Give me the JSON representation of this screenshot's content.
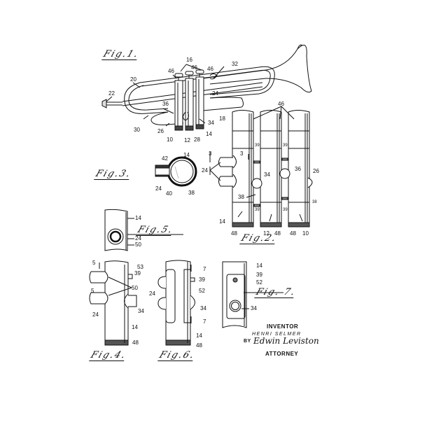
{
  "figures": {
    "fig1": "Fig.1.",
    "fig2": "Fig.2.",
    "fig3": "Fig.3.",
    "fig4": "Fig.4.",
    "fig5": "Fig.5.",
    "fig6": "Fig.6.",
    "fig7": "Fig. 7."
  },
  "fig1_labels": {
    "l16": "16",
    "l46a": "46",
    "l46b": "46",
    "l46c": "46",
    "l32": "32",
    "l20": "20",
    "l22": "22",
    "l24": "24",
    "l36": "36",
    "l18": "18",
    "l34": "34",
    "l30": "30",
    "l26": "26",
    "l10": "10",
    "l12": "12",
    "l28": "28",
    "l14": "14"
  },
  "fig2_labels": {
    "l46": "46",
    "l3a": "3",
    "l3b": "3",
    "l39a": "39",
    "l39b": "39",
    "l39c": "39",
    "l39d": "39",
    "l24": "24",
    "l34": "34",
    "l36": "36",
    "l26": "26",
    "l38a": "38",
    "l38b": "38",
    "l14": "14",
    "l48a": "48",
    "l12": "12",
    "l48b": "48",
    "l48c": "48",
    "l10": "10"
  },
  "fig3_labels": {
    "l42": "42",
    "l14": "14",
    "l24": "24",
    "l40": "40",
    "l38": "38"
  },
  "fig5_labels": {
    "l14": "14",
    "l24": "24",
    "l50": "50"
  },
  "fig4_labels": {
    "l5a": "5",
    "l5b": "5",
    "l53": "53",
    "l39": "39",
    "l50": "50",
    "l24": "24",
    "l34": "34",
    "l14": "14",
    "l48": "48"
  },
  "fig6_labels": {
    "l7a": "7",
    "l39": "39",
    "l52": "52",
    "l24": "24",
    "l34": "34",
    "l7b": "7",
    "l14": "14",
    "l48": "48"
  },
  "fig7_labels": {
    "l14": "14",
    "l39": "39",
    "l52": "52",
    "l34": "34"
  },
  "signature": {
    "inventor_heading": "INVENTOR",
    "inventor_name": "HENRI SELMER",
    "by": "BY",
    "attorney_signature": "Edwin Leviston",
    "attorney_heading": "ATTORNEY"
  }
}
